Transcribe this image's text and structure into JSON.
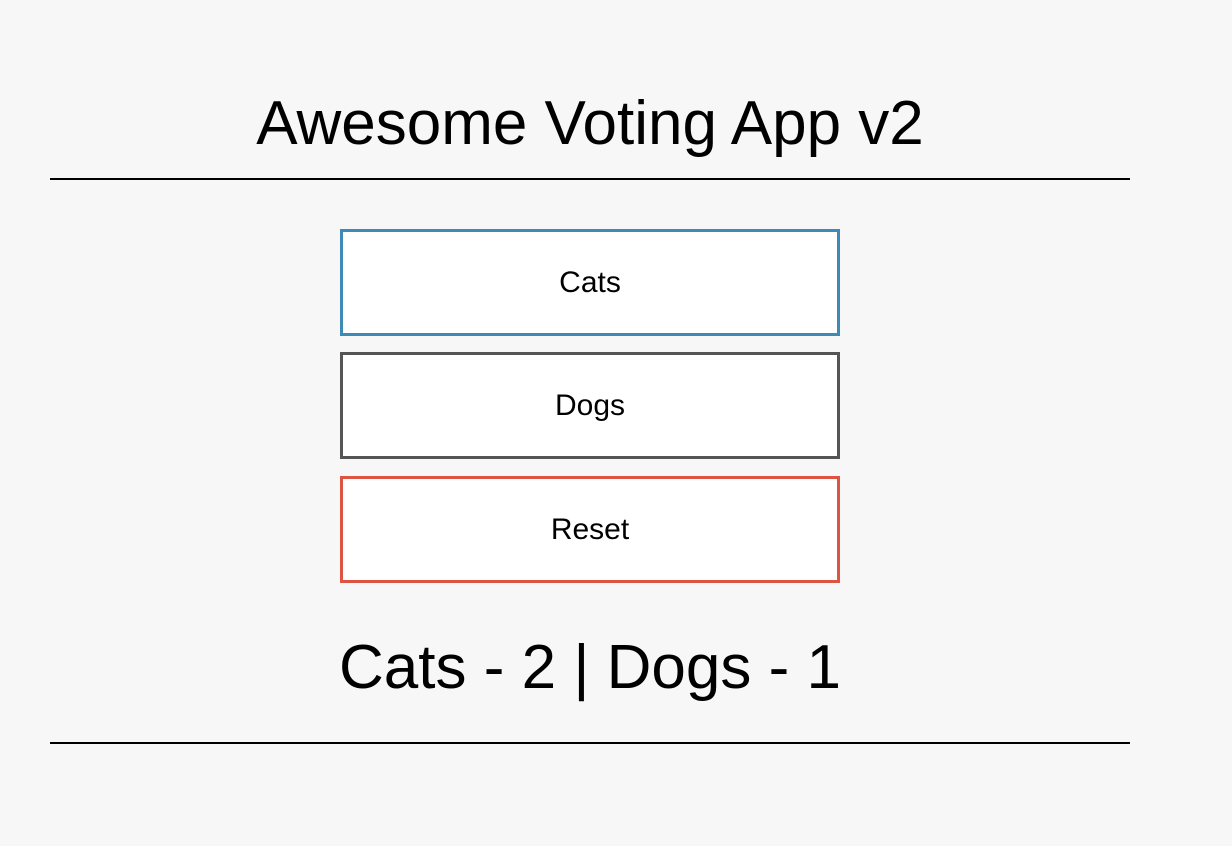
{
  "app": {
    "title": "Awesome Voting App v2"
  },
  "buttons": {
    "cats": {
      "label": "Cats",
      "border_color": "#3d8ab4"
    },
    "dogs": {
      "label": "Dogs",
      "border_color": "#555555"
    },
    "reset": {
      "label": "Reset",
      "border_color": "#dd5443"
    }
  },
  "results": {
    "text": "Cats - 2 | Dogs - 1",
    "cats_count": 2,
    "dogs_count": 1
  }
}
